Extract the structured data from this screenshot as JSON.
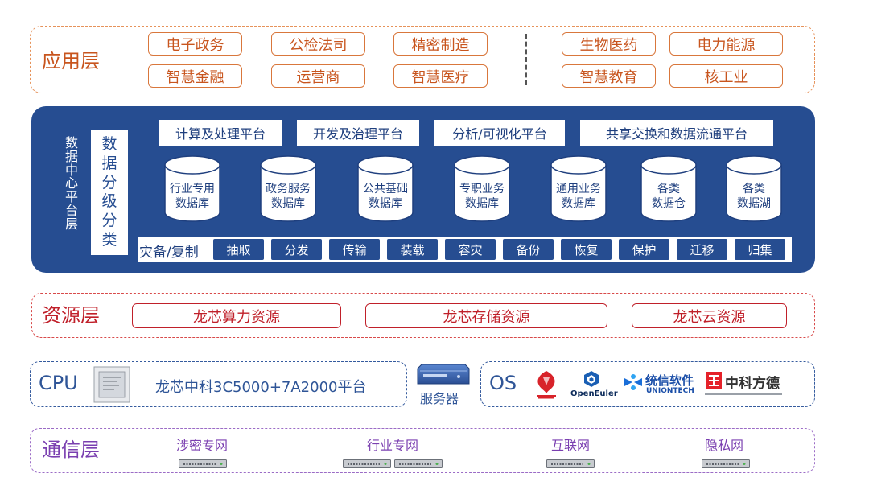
{
  "application_layer": {
    "label": "应用层",
    "items": [
      "电子政务",
      "公检法司",
      "精密制造",
      "智慧金融",
      "运营商",
      "智慧医疗",
      "生物医药",
      "电力能源",
      "智慧教育",
      "核工业"
    ]
  },
  "datacenter_layer": {
    "label": "数据中心平台层",
    "classification_label": "数据分级分类",
    "platforms": [
      "计算及处理平台",
      "开发及治理平台",
      "分析/可视化平台",
      "共享交换和数据流通平台"
    ],
    "databases": [
      {
        "line1": "行业专用",
        "line2": "数据库"
      },
      {
        "line1": "政务服务",
        "line2": "数据库"
      },
      {
        "line1": "公共基础",
        "line2": "数据库"
      },
      {
        "line1": "专职业务",
        "line2": "数据库"
      },
      {
        "line1": "通用业务",
        "line2": "数据库"
      },
      {
        "line1": "各类",
        "line2": "数据仓"
      },
      {
        "line1": "各类",
        "line2": "数据湖"
      }
    ],
    "ops_title": "灾备/复制",
    "ops": [
      "抽取",
      "分发",
      "传输",
      "装载",
      "容灾",
      "备份",
      "恢复",
      "保护",
      "迁移",
      "归集"
    ]
  },
  "resource_layer": {
    "label": "资源层",
    "items": [
      "龙芯算力资源",
      "龙芯存储资源",
      "龙芯云资源"
    ]
  },
  "cpu": {
    "label": "CPU",
    "platform_text": "龙芯中科3C5000+7A2000平台"
  },
  "server": {
    "label": "服务器"
  },
  "os": {
    "label": "OS",
    "vendors": [
      "OpenEuler",
      "统信软件",
      "UNIONTECH",
      "中科方德"
    ]
  },
  "comm_layer": {
    "label": "通信层",
    "networks": [
      "涉密专网",
      "行业专网",
      "互联网",
      "隐私网"
    ]
  },
  "colors": {
    "app": "#c8551e",
    "datacenter": "#264d91",
    "resource": "#c0202a",
    "infra": "#2f5597",
    "comm": "#7a3fb0"
  }
}
